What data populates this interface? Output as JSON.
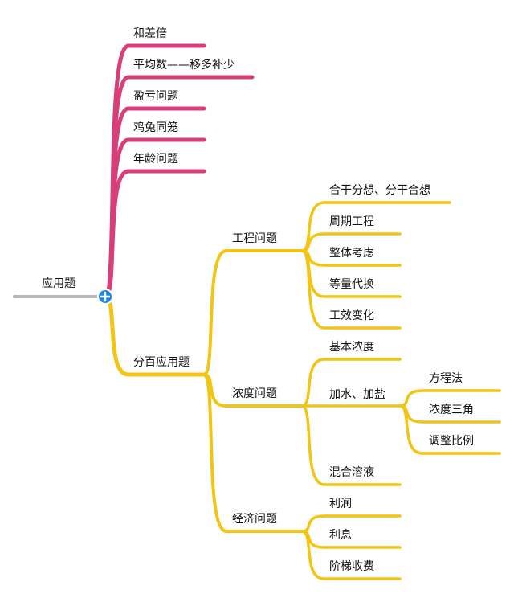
{
  "colors": {
    "root_line": "#b8b8b8",
    "pink": "#d63f78",
    "yellow": "#f2c414",
    "toggle": "#1e88e5"
  },
  "root": {
    "label": "应用题"
  },
  "pink_topics": [
    {
      "label": "和差倍"
    },
    {
      "label": "平均数——移多补少"
    },
    {
      "label": "盈亏问题"
    },
    {
      "label": "鸡兔同笼"
    },
    {
      "label": "年龄问题"
    }
  ],
  "fenbai": {
    "label": "分百应用题",
    "gongcheng": {
      "label": "工程问题",
      "children": [
        {
          "label": "合干分想、分干合想"
        },
        {
          "label": "周期工程"
        },
        {
          "label": "整体考虑"
        },
        {
          "label": "等量代换"
        },
        {
          "label": "工效变化"
        }
      ]
    },
    "nongdu": {
      "label": "浓度问题",
      "children": [
        {
          "label": "基本浓度"
        },
        {
          "label": "加水、加盐"
        },
        {
          "label": "混合溶液"
        }
      ],
      "jiashui": {
        "children": [
          {
            "label": "方程法"
          },
          {
            "label": "浓度三角"
          },
          {
            "label": "调整比例"
          }
        ]
      }
    },
    "jingji": {
      "label": "经济问题",
      "children": [
        {
          "label": "利润"
        },
        {
          "label": "利息"
        },
        {
          "label": "阶梯收费"
        }
      ]
    }
  }
}
